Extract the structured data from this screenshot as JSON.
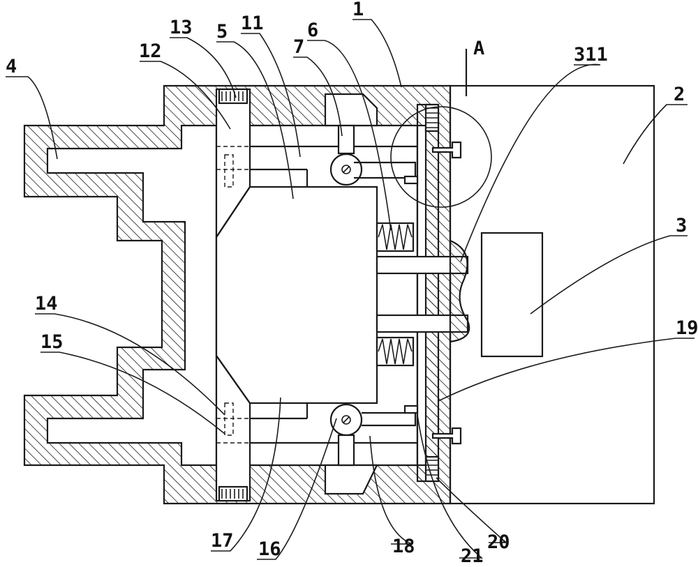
{
  "labels": {
    "l1": "1",
    "l2": "2",
    "l3": "3",
    "l4": "4",
    "l5": "5",
    "l6": "6",
    "l7": "7",
    "l11": "11",
    "l12": "12",
    "l13": "13",
    "l14": "14",
    "l15": "15",
    "l16": "16",
    "l17": "17",
    "l18": "18",
    "l19": "19",
    "l20": "20",
    "l21": "21",
    "l311": "311",
    "lA": "A"
  }
}
